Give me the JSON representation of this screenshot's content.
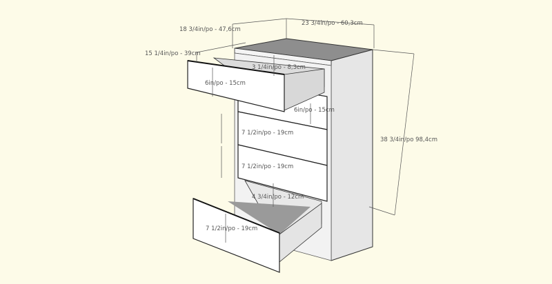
{
  "diagram": {
    "subject": "5-drawer chest with dimensions",
    "background": "#fdfbe8",
    "labels": {
      "depth_total": "18 3/4in/po - 47,6cm",
      "width_total": "23 3/4in/po - 60,3cm",
      "drawer_depth": "15 1/4in/po - 39cm",
      "drawer1_inner_height": "3 1/4in/po - 8,3cm",
      "drawer1_front_height": "6in/po - 15cm",
      "drawer2_front_height": "6in/po - 15cm",
      "drawer3_front_height": "7 1/2in/po - 19cm",
      "drawer4_front_height": "7 1/2in/po - 19cm",
      "drawer5_inner_height": "4 3/4in/po - 12cm",
      "drawer5_front_height": "7 1/2in/po - 19cm",
      "height_total": "38 3/4in/po 98,4cm"
    }
  }
}
